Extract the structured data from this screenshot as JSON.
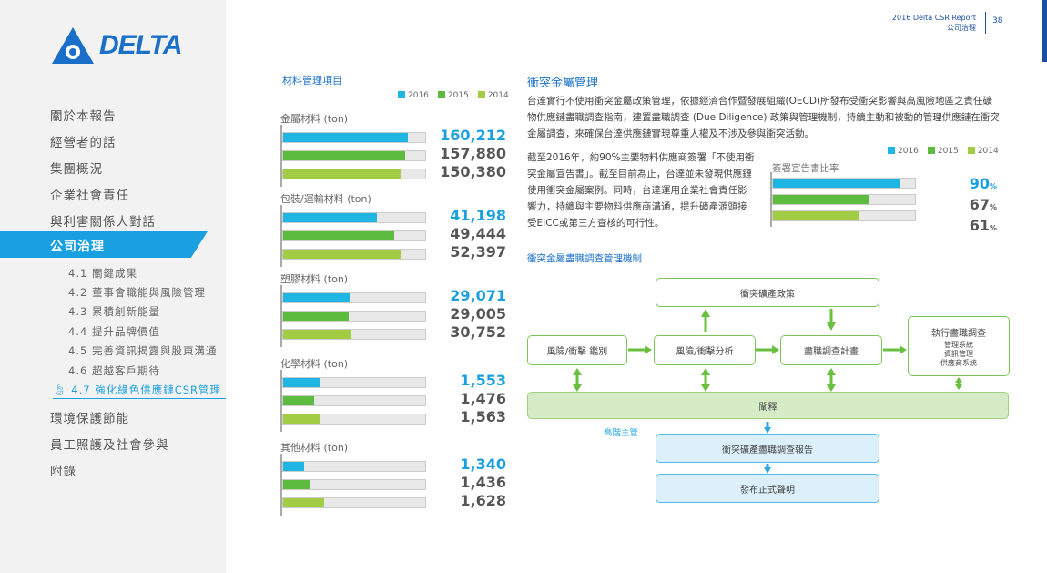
{
  "header": {
    "report": "2016 Delta CSR Report",
    "section": "公司治理",
    "page": "38"
  },
  "logo": {
    "text": "DELTA"
  },
  "sidebar": {
    "items": [
      "關於本報告",
      "經營者的話",
      "集團概況",
      "企業社會責任",
      "與利害關係人對話"
    ],
    "active": "公司治理",
    "subitems": [
      "4.1 關鍵成果",
      "4.2 董事會職能與風險管理",
      "4.3 累積創新能量",
      "4.4 提升品牌價值",
      "4.5 完善資訊揭露與股東溝通",
      "4.6 超越客戶期待"
    ],
    "active_sub": "4.7 強化綠色供應鏈CSR管理",
    "items_after": [
      "環境保護節能",
      "員工照護及社會參與",
      "附錄"
    ]
  },
  "colors": {
    "y2016": "#1fb6e3",
    "y2015": "#5dbb3f",
    "y2014": "#a3cc45",
    "accent": "#1aa0e0"
  },
  "chart_data": [
    {
      "type": "bar",
      "title": "材料管理項目",
      "legend": [
        "2016",
        "2015",
        "2014"
      ],
      "groups": [
        {
          "label": "金屬材料 (ton)",
          "values": [
            "160,212",
            "157,880",
            "150,380"
          ],
          "fill": [
            0.88,
            0.86,
            0.83
          ]
        },
        {
          "label": "包裝/運輸材料 (ton)",
          "values": [
            "41,198",
            "49,444",
            "52,397"
          ],
          "fill": [
            0.66,
            0.78,
            0.83
          ]
        },
        {
          "label": "塑膠材料 (ton)",
          "values": [
            "29,071",
            "29,005",
            "30,752"
          ],
          "fill": [
            0.47,
            0.46,
            0.48
          ]
        },
        {
          "label": "化學材料 (ton)",
          "values": [
            "1,553",
            "1,476",
            "1,563"
          ],
          "fill": [
            0.26,
            0.22,
            0.26
          ]
        },
        {
          "label": "其他材料 (ton)",
          "values": [
            "1,340",
            "1,436",
            "1,628"
          ],
          "fill": [
            0.15,
            0.19,
            0.29
          ]
        }
      ]
    },
    {
      "type": "bar",
      "title": "簽署宣告書比率",
      "legend": [
        "2016",
        "2015",
        "2014"
      ],
      "values": [
        90,
        67,
        61
      ],
      "unit": "%"
    }
  ],
  "main": {
    "title": "衝突金屬管理",
    "para1": "台達實行不使用衝突金屬政策管理，依據經濟合作暨發展組織(OECD)所發布受衝突影響與高風險地區之責任礦物供應鏈盡職調查指南，建置盡職調查 (Due Diligence) 政策與管理機制，持續主動和被動的管理供應鏈在衝突金屬調查，來確保台達供應鏈實現尊重人權及不涉及參與衝突活動。",
    "para2": "截至2016年，約90%主要物料供應商簽署「不使用衝突金屬宣告書」。截至目前為止，台達並未發現供應鏈使用衝突金屬案例。同時，台達運用企業社會責任影響力，持續與主要物料供應商溝通，提升礦產源頭接受EICC或第三方查核的可行性。",
    "flow_title": "衝突金屬盡職調查管理機制"
  },
  "flow": {
    "policy": "衝突礦產政策",
    "identify": "風險/衝擊 鑑別",
    "analysis": "風險/衝擊分析",
    "plan": "盡職調查計畫",
    "execute": "執行盡職調查",
    "execute_items": [
      "管理系統",
      "資訊管理",
      "供應商系統"
    ],
    "explain": "闡釋",
    "senior": "高階主管",
    "report": "衝突礦產盡職調查報告",
    "declare": "發布正式聲明"
  }
}
